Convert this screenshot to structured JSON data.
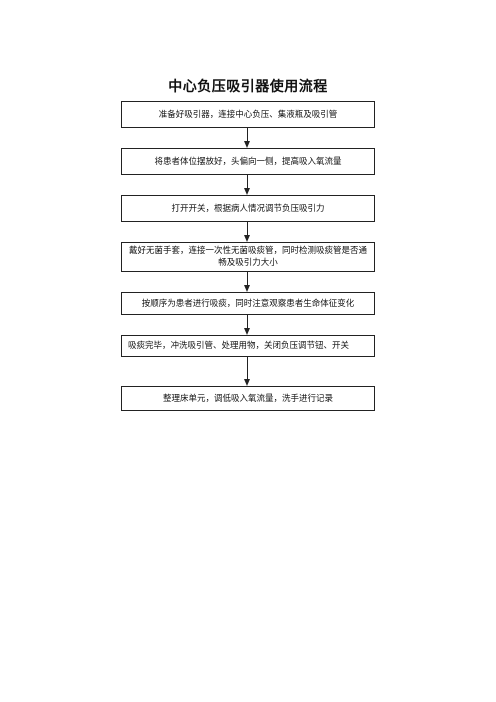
{
  "title": "中心负压吸引器使用流程",
  "steps": [
    {
      "text": "准备好吸引器，连接中心负压、集液瓶及吸引管"
    },
    {
      "text": "将患者体位摆放好，头偏向一侧，提高吸入氧流量"
    },
    {
      "text": "打开开关，根据病人情况调节负压吸引力"
    },
    {
      "text": "戴好无菌手套，连接一次性无菌吸痰管，同时检测吸痰管是否通畅及吸引力大小"
    },
    {
      "text": "按顺序为患者进行吸痰，同时注意观察患者生命体征变化"
    },
    {
      "text": "吸痰完毕，冲洗吸引管、处理用物，关闭负压调节钮、开关"
    },
    {
      "text": "整理床单元，调低吸入氧流量，洗手进行记录"
    }
  ]
}
